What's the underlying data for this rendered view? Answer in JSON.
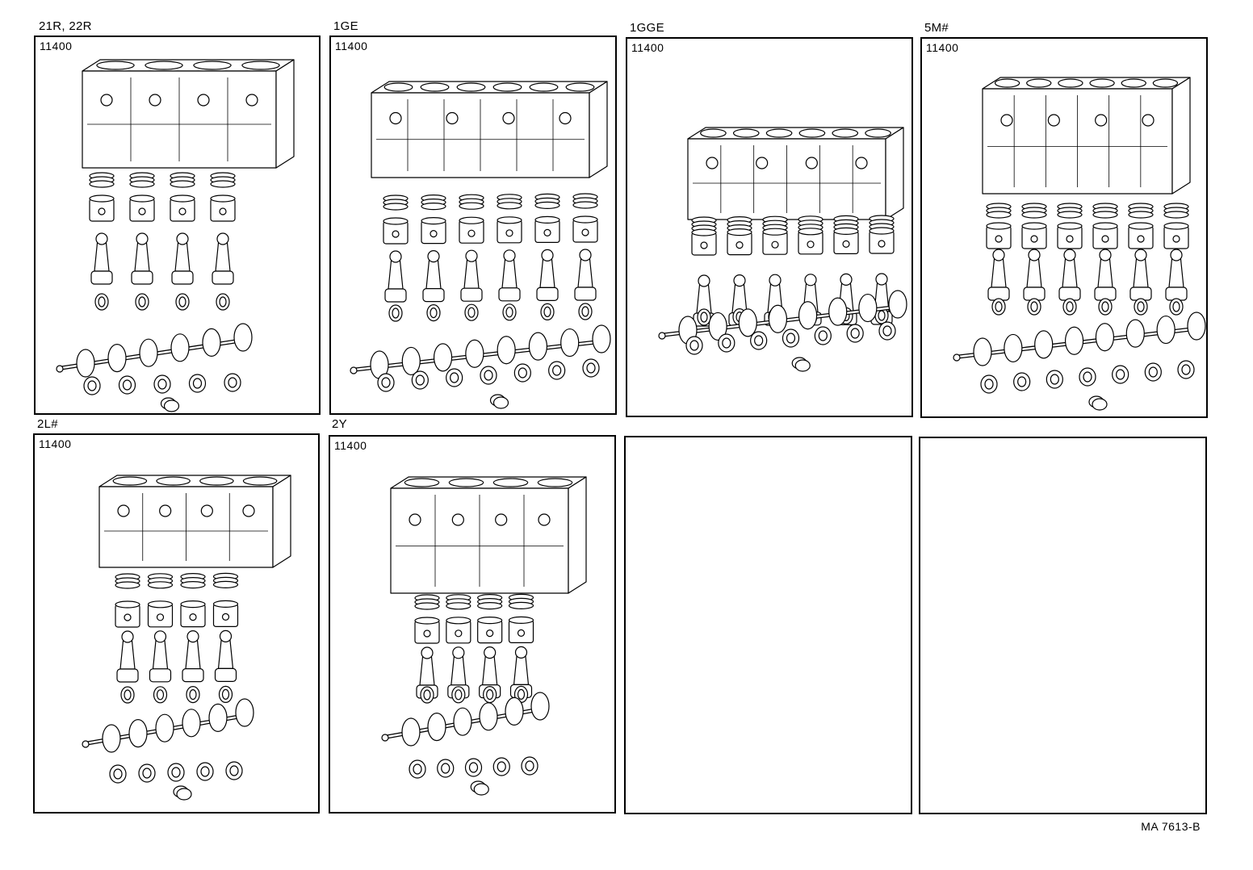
{
  "panels": [
    {
      "label": "21R, 22R",
      "code": "11400",
      "cylinders": 4,
      "has_drawing": true
    },
    {
      "label": "1GE",
      "code": "11400",
      "cylinders": 6,
      "has_drawing": true
    },
    {
      "label": "1GGE",
      "code": "11400",
      "cylinders": 6,
      "has_drawing": true
    },
    {
      "label": "5M#",
      "code": "11400",
      "cylinders": 6,
      "has_drawing": true
    },
    {
      "label": "2L#",
      "code": "11400",
      "cylinders": 4,
      "has_drawing": true
    },
    {
      "label": "2Y",
      "code": "11400",
      "cylinders": 4,
      "has_drawing": true
    },
    {
      "label": "",
      "code": "",
      "cylinders": 0,
      "has_drawing": false
    },
    {
      "label": "",
      "code": "",
      "cylinders": 0,
      "has_drawing": false
    }
  ],
  "document_ref": "MA 7613-B"
}
